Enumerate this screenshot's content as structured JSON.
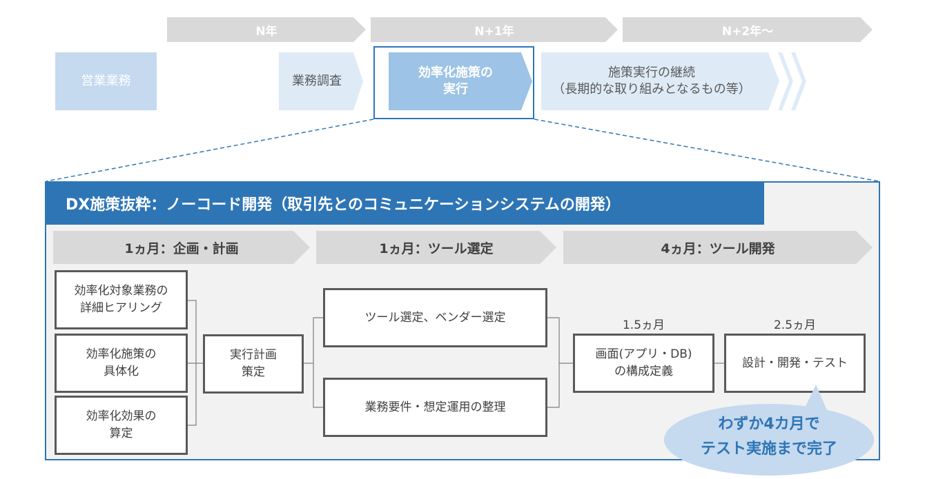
{
  "timeline": {
    "years": [
      {
        "label": "N年"
      },
      {
        "label": "N+1年"
      },
      {
        "label": "N+2年～"
      }
    ],
    "phases": {
      "sales": "営業業務",
      "survey": "業務調査",
      "execute": "効率化施策の\n実行",
      "continue_line1": "施策実行の継続",
      "continue_line2": "（長期的な取り組みとなるもの等）"
    }
  },
  "detail": {
    "title": "DX施策抜粋：ノーコード開発（取引先とのコミュニケーションシステムの開発）",
    "steps": [
      {
        "label": "1ヵ月：企画・計画"
      },
      {
        "label": "1ヵ月：ツール選定"
      },
      {
        "label": "4ヵ月：ツール開発"
      }
    ],
    "boxes": {
      "hearing": "効率化対象業務の\n詳細ヒアリング",
      "concretize": "効率化施策の\n具体化",
      "estimate": "効率化効果の\n算定",
      "plan": "実行計画\n策定",
      "tool_select": "ツール選定、ベンダー選定",
      "requirements": "業務要件・想定運用の整理",
      "screen": "画面(アプリ・DB)\nの構成定義",
      "develop": "設計・開発・テスト"
    },
    "durations": {
      "screen": "1.5ヵ月",
      "develop": "2.5ヵ月"
    },
    "callout_line1": "わずか4カ月で",
    "callout_line2": "テスト実施まで完了"
  },
  "colors": {
    "accent": "#2e75b6",
    "light_blue": "#c5d9ef",
    "mid_blue": "#9dc3e6",
    "pale_blue": "#deebf7",
    "gray_bar": "#d9d9d9",
    "panel_bg": "#f2f2f2"
  }
}
